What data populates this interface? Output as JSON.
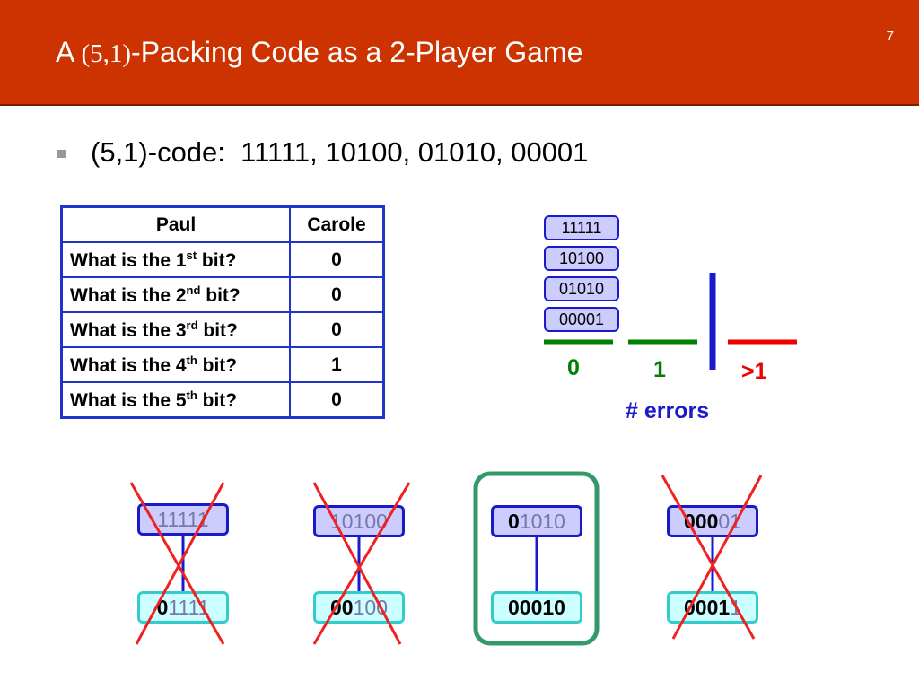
{
  "slide": {
    "title_prefix": "A ",
    "title_code": "(5,1)",
    "title_suffix": "-Packing Code as a 2-Player Game",
    "number": "7"
  },
  "bullet": {
    "text": "(5,1)-code:  11111, 10100, 01010, 00001"
  },
  "table": {
    "headers": [
      "Paul",
      "Carole"
    ],
    "rows": [
      {
        "q_pre": "What is the 1",
        "q_sup": "st",
        "q_post": " bit?",
        "answer": "0"
      },
      {
        "q_pre": "What is the 2",
        "q_sup": "nd",
        "q_post": " bit?",
        "answer": "0"
      },
      {
        "q_pre": "What is the 3",
        "q_sup": "rd",
        "q_post": " bit?",
        "answer": "0"
      },
      {
        "q_pre": "What is the 4",
        "q_sup": "th",
        "q_post": " bit?",
        "answer": "1"
      },
      {
        "q_pre": "What is the 5",
        "q_sup": "th",
        "q_post": " bit?",
        "answer": "0"
      }
    ]
  },
  "codewords": [
    "11111",
    "10100",
    "01010",
    "00001"
  ],
  "error_bins": {
    "labels": [
      "0",
      "1",
      ">1"
    ],
    "colors": [
      "#008000",
      "#008000",
      "#ee0000"
    ],
    "axis_label": "# errors"
  },
  "candidates": [
    {
      "top_bold": "",
      "top_rest": "11111",
      "bottom_bold": "0",
      "bottom_rest": "1111",
      "crossed": true,
      "selected": false
    },
    {
      "top_bold": "",
      "top_rest": "10100",
      "bottom_bold": "00",
      "bottom_rest": "100",
      "crossed": true,
      "selected": false
    },
    {
      "top_bold": "0",
      "top_rest": "1010",
      "bottom_bold": "00010",
      "bottom_rest": "",
      "crossed": false,
      "selected": true
    },
    {
      "top_bold": "000",
      "top_rest": "01",
      "bottom_bold": "0001",
      "bottom_rest": "1",
      "crossed": true,
      "selected": false
    }
  ],
  "colors": {
    "header_bg": "#cc3300",
    "table_border": "#2233cc",
    "codeword_fill": "#ccccff",
    "received_fill": "#ccffff",
    "selection_frame": "#339966",
    "cross": "#ee2222"
  }
}
